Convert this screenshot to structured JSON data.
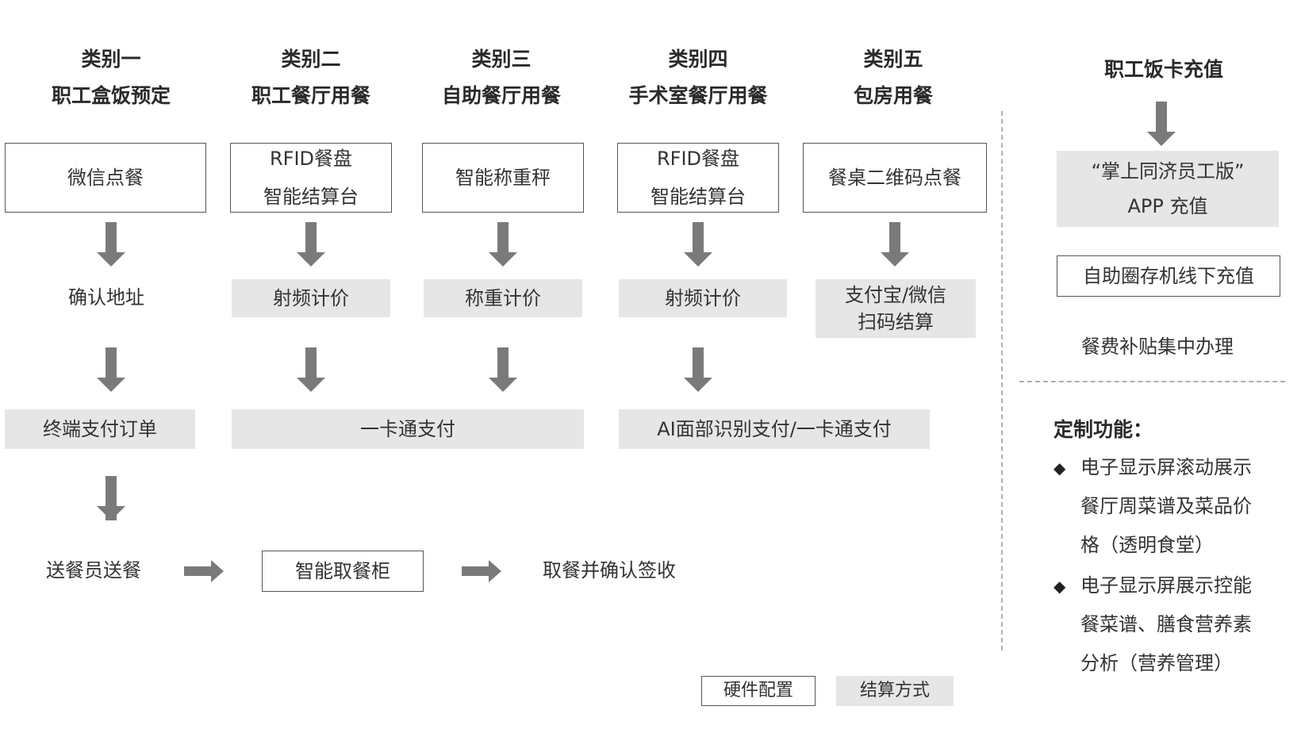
{
  "categories": [
    {
      "label": "类别一",
      "title": "职工盒饭预定",
      "hardware": [
        "微信点餐"
      ],
      "step2": "确认地址"
    },
    {
      "label": "类别二",
      "title": "职工餐厅用餐",
      "hardware": [
        "RFID餐盘",
        "智能结算台"
      ],
      "step2": "射频计价"
    },
    {
      "label": "类别三",
      "title": "自助餐厅用餐",
      "hardware": [
        "智能称重秤"
      ],
      "step2": "称重计价"
    },
    {
      "label": "类别四",
      "title": "手术室餐厅用餐",
      "hardware": [
        "RFID餐盘",
        "智能结算台"
      ],
      "step2": "射频计价"
    },
    {
      "label": "类别五",
      "title": "包房用餐",
      "hardware": [
        "餐桌二维码点餐"
      ],
      "step2": [
        "支付宝/微信",
        "扫码结算"
      ]
    }
  ],
  "payments": {
    "terminal": "终端支付订单",
    "card": "一卡通支付",
    "ai": "AI面部识别支付/一卡通支付"
  },
  "delivery": {
    "staff": "送餐员送餐",
    "locker": "智能取餐柜",
    "receive": "取餐并确认签收"
  },
  "recharge": {
    "title": "职工饭卡充值",
    "app_line1": "“掌上同济员工版”",
    "app_line2": "APP 充值",
    "machine": "自助圈存机线下充值",
    "subsidy": "餐费补贴集中办理"
  },
  "custom": {
    "title": "定制功能：",
    "items": [
      [
        "电子显示屏滚动展示",
        "餐厅周菜谱及菜品价",
        "格（透明食堂）"
      ],
      [
        "电子显示屏展示控能",
        "餐菜谱、膳食营养素",
        "分析（营养管理）"
      ]
    ]
  },
  "legend": {
    "hardware": "硬件配置",
    "settlement": "结算方式"
  },
  "colors": {
    "settlement_fill": "#e6e6e6",
    "arrow": "#7a7a7a",
    "border": "#555555"
  }
}
